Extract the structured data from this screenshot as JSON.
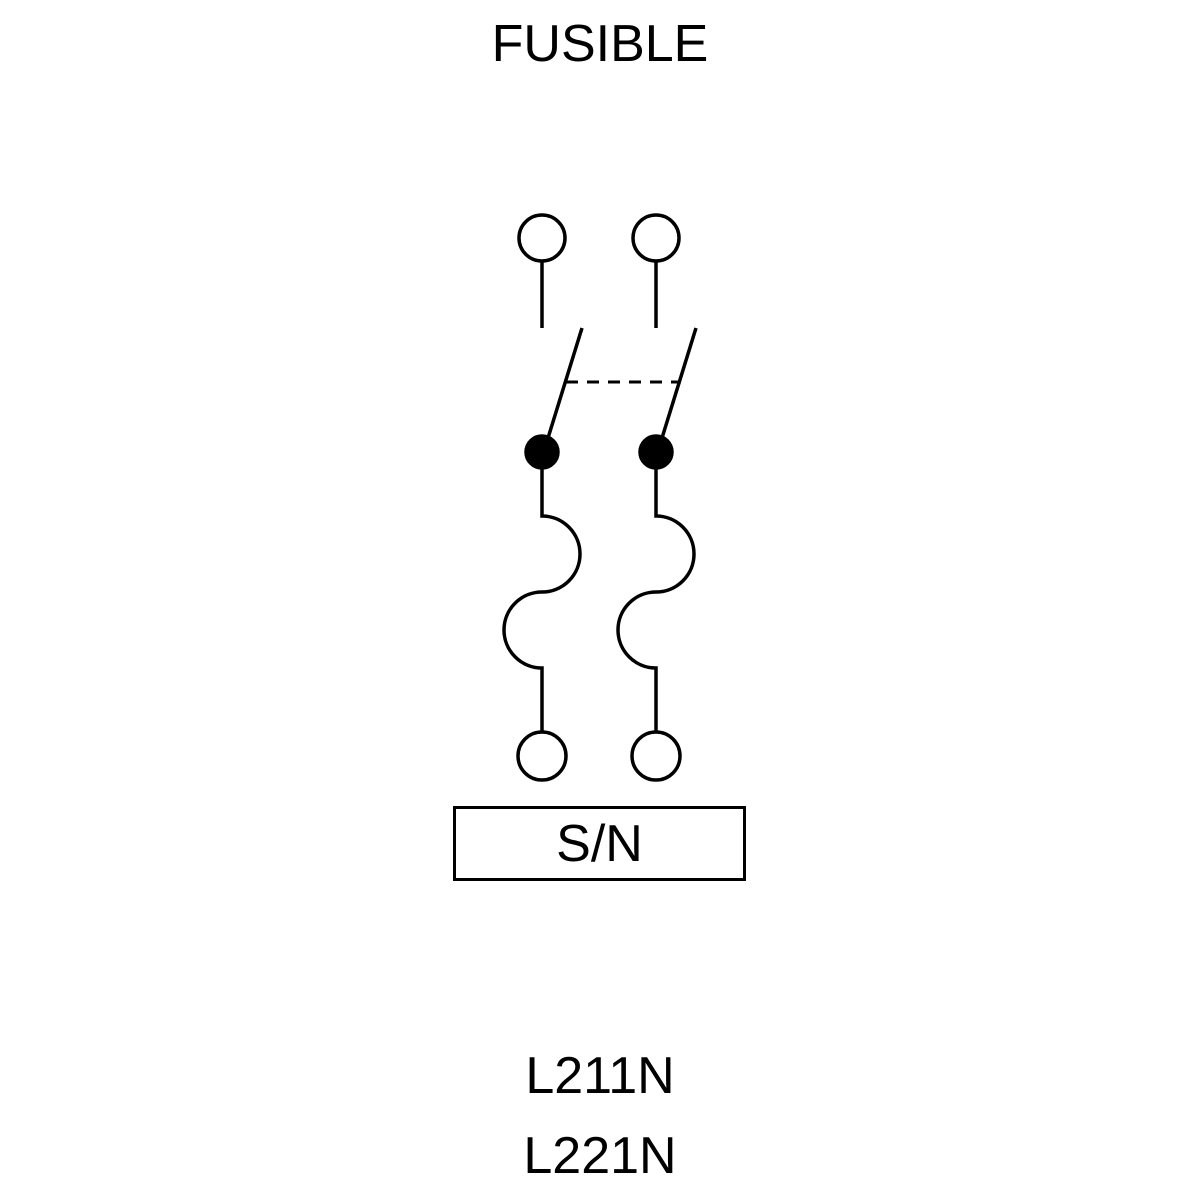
{
  "title": "FUSIBLE",
  "label": "S/N",
  "models": [
    "L211N",
    "L221N"
  ],
  "poles": 2,
  "colors": {
    "stroke": "#000000",
    "background": "#ffffff"
  }
}
